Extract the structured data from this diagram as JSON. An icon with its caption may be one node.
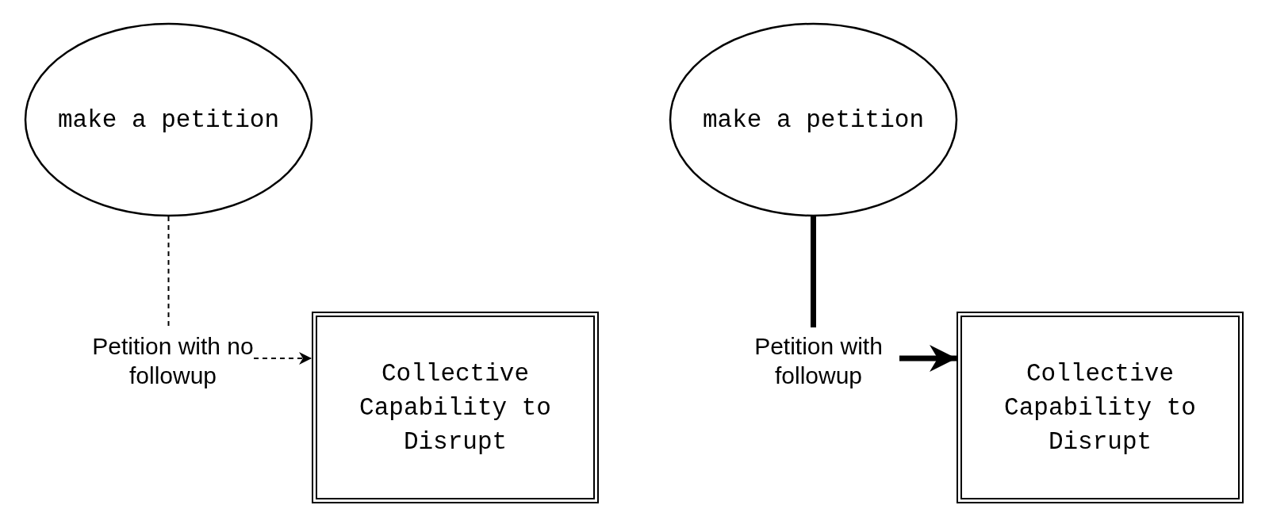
{
  "diagram": {
    "nodes": [
      {
        "text": [
          "make a petition"
        ]
      },
      {
        "text": [
          "Petition with no followup"
        ]
      },
      {
        "text": [
          "Collective Capability to Disrupt"
        ]
      },
      {
        "text": [
          "make a petition"
        ]
      },
      {
        "text": [
          "Petition with followup"
        ]
      },
      {
        "text": [
          "Collective Capability to Disrupt"
        ]
      }
    ],
    "edges": [
      {
        "from": 0,
        "to": 1,
        "arrow": "none",
        "style": "dashed"
      },
      {
        "from": 1,
        "to": 2,
        "arrow": "to",
        "style": "dashed"
      },
      {
        "from": 3,
        "to": 4,
        "arrow": "none",
        "style": "thick"
      },
      {
        "from": 4,
        "to": 5,
        "arrow": "to",
        "style": "thick"
      }
    ]
  }
}
